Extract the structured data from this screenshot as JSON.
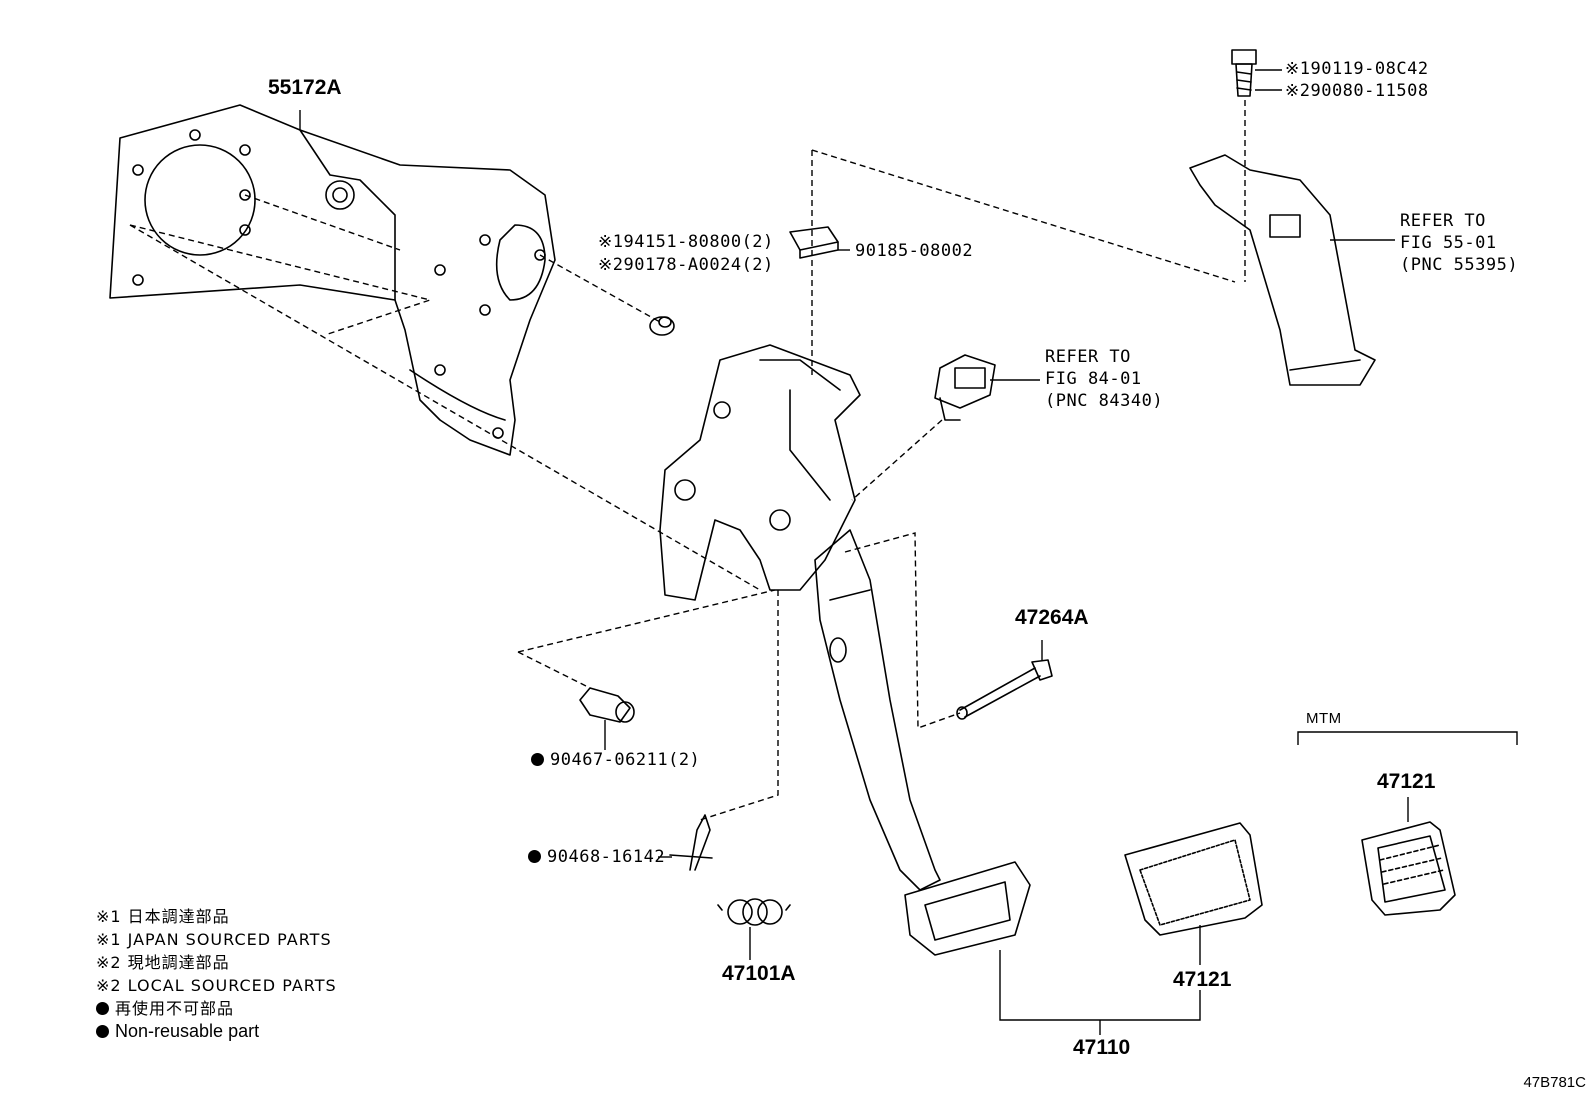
{
  "parts": {
    "p55172A": "55172A",
    "p194151": "※194151-80800(2)",
    "p290178": "※290178-A0024(2)",
    "p90185": "90185-08002",
    "p190119": "※190119-08C42",
    "p290080": "※290080-11508",
    "refer55": [
      "REFER TO",
      "FIG 55-01",
      "(PNC 55395)"
    ],
    "refer84": [
      "REFER TO",
      "FIG 84-01",
      "(PNC 84340)"
    ],
    "p47264A": "47264A",
    "p90467": "90467-06211(2)",
    "p90468": "90468-16142",
    "p47101A": "47101A",
    "p47121a": "47121",
    "p47121b": "47121",
    "p47110": "47110",
    "mtm": "MTM"
  },
  "legend": {
    "jp1": "※1 日本調達部品",
    "en1": "※1 JAPAN SOURCED PARTS",
    "jp2": "※2 現地調達部品",
    "en2": "※2 LOCAL SOURCED PARTS",
    "jp3": "再使用不可部品",
    "en3": "Non-reusable part"
  },
  "diagram_code": "47B781C"
}
